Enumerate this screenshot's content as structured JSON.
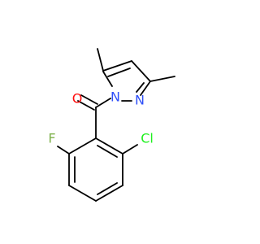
{
  "structure": {
    "atoms": [
      {
        "id": "O",
        "label": "O",
        "color": "#ff0d0d"
      },
      {
        "id": "N1",
        "label": "N",
        "color": "#3050f8"
      },
      {
        "id": "N2",
        "label": "N",
        "color": "#3050f8"
      },
      {
        "id": "F",
        "label": "F",
        "color": "#7fb24d"
      },
      {
        "id": "Cl",
        "label": "Cl",
        "color": "#1ff01f"
      }
    ]
  }
}
